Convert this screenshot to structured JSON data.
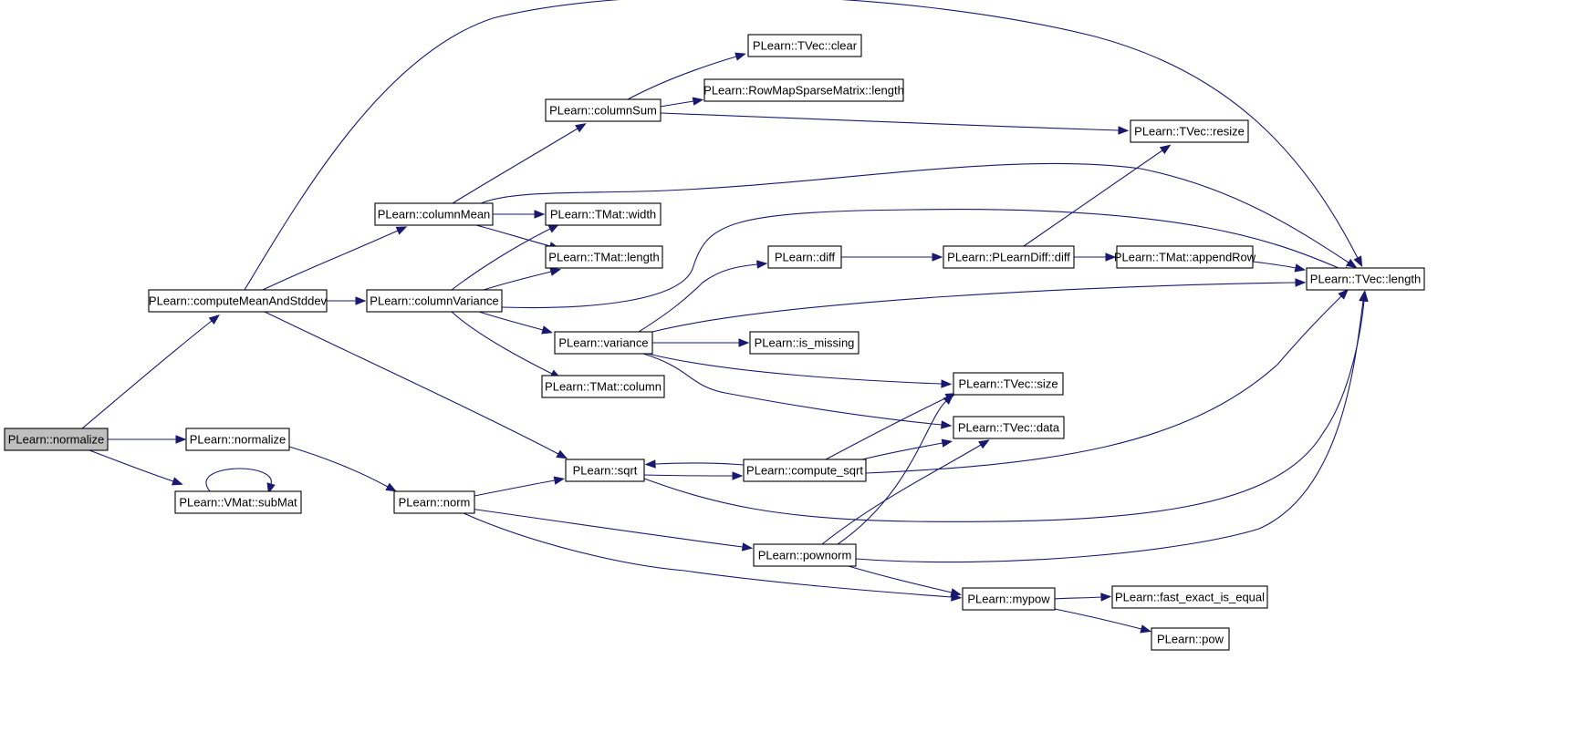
{
  "graph": {
    "nodes": {
      "root": {
        "label": "PLearn::normalize",
        "highlighted": true
      },
      "cmas": {
        "label": "PLearn::computeMeanAndStddev"
      },
      "norm2": {
        "label": "PLearn::normalize"
      },
      "submat": {
        "label": "PLearn::VMat::subMat"
      },
      "colmean": {
        "label": "PLearn::columnMean"
      },
      "colvar": {
        "label": "PLearn::columnVariance"
      },
      "sqrt": {
        "label": "PLearn::sqrt"
      },
      "norm": {
        "label": "PLearn::norm"
      },
      "colsum": {
        "label": "PLearn::columnSum"
      },
      "tmatwidth": {
        "label": "PLearn::TMat::width"
      },
      "tmatlength": {
        "label": "PLearn::TMat::length"
      },
      "variance": {
        "label": "PLearn::variance"
      },
      "tmatcolumn": {
        "label": "PLearn::TMat::column"
      },
      "computesqrt": {
        "label": "PLearn::compute_sqrt"
      },
      "pownorm": {
        "label": "PLearn::pownorm"
      },
      "tvecclear": {
        "label": "PLearn::TVec::clear"
      },
      "rmsmlength": {
        "label": "PLearn::RowMapSparseMatrix::length"
      },
      "diff": {
        "label": "PLearn::diff"
      },
      "ismissing": {
        "label": "PLearn::is_missing"
      },
      "mypow": {
        "label": "PLearn::mypow"
      },
      "tvecresize": {
        "label": "PLearn::TVec::resize"
      },
      "pldiff": {
        "label": "PLearn::PLearnDiff::diff"
      },
      "tvecsize": {
        "label": "PLearn::TVec::size"
      },
      "tvecdata": {
        "label": "PLearn::TVec::data"
      },
      "appendrow": {
        "label": "PLearn::TMat::appendRow"
      },
      "fastexact": {
        "label": "PLearn::fast_exact_is_equal"
      },
      "pow": {
        "label": "PLearn::pow"
      },
      "tveclength": {
        "label": "PLearn::TVec::length"
      }
    },
    "edges": [
      {
        "from": "root",
        "to": "cmas"
      },
      {
        "from": "root",
        "to": "norm2"
      },
      {
        "from": "root",
        "to": "submat"
      },
      {
        "from": "submat",
        "to": "submat"
      },
      {
        "from": "norm2",
        "to": "norm"
      },
      {
        "from": "cmas",
        "to": "tveclength"
      },
      {
        "from": "cmas",
        "to": "colmean"
      },
      {
        "from": "cmas",
        "to": "colvar"
      },
      {
        "from": "cmas",
        "to": "sqrt"
      },
      {
        "from": "colmean",
        "to": "colsum"
      },
      {
        "from": "colmean",
        "to": "tmatwidth"
      },
      {
        "from": "colmean",
        "to": "tmatlength"
      },
      {
        "from": "colmean",
        "to": "tveclength"
      },
      {
        "from": "colsum",
        "to": "tvecclear"
      },
      {
        "from": "colsum",
        "to": "rmsmlength"
      },
      {
        "from": "colsum",
        "to": "tvecresize"
      },
      {
        "from": "colvar",
        "to": "tmatwidth"
      },
      {
        "from": "colvar",
        "to": "tmatlength"
      },
      {
        "from": "colvar",
        "to": "tveclength"
      },
      {
        "from": "colvar",
        "to": "variance"
      },
      {
        "from": "colvar",
        "to": "tmatcolumn"
      },
      {
        "from": "variance",
        "to": "diff"
      },
      {
        "from": "variance",
        "to": "tveclength"
      },
      {
        "from": "variance",
        "to": "ismissing"
      },
      {
        "from": "variance",
        "to": "tvecsize"
      },
      {
        "from": "variance",
        "to": "tvecdata"
      },
      {
        "from": "diff",
        "to": "pldiff"
      },
      {
        "from": "pldiff",
        "to": "tvecresize"
      },
      {
        "from": "pldiff",
        "to": "appendrow"
      },
      {
        "from": "appendrow",
        "to": "tveclength"
      },
      {
        "from": "norm",
        "to": "sqrt"
      },
      {
        "from": "norm",
        "to": "pownorm"
      },
      {
        "from": "norm",
        "to": "mypow"
      },
      {
        "from": "sqrt",
        "to": "computesqrt"
      },
      {
        "from": "sqrt",
        "to": "tveclength"
      },
      {
        "from": "computesqrt",
        "to": "sqrt"
      },
      {
        "from": "computesqrt",
        "to": "tvecsize"
      },
      {
        "from": "computesqrt",
        "to": "tvecdata"
      },
      {
        "from": "computesqrt",
        "to": "tveclength"
      },
      {
        "from": "pownorm",
        "to": "tvecsize"
      },
      {
        "from": "pownorm",
        "to": "tvecdata"
      },
      {
        "from": "pownorm",
        "to": "tveclength"
      },
      {
        "from": "pownorm",
        "to": "mypow"
      },
      {
        "from": "mypow",
        "to": "fastexact"
      },
      {
        "from": "mypow",
        "to": "pow"
      }
    ],
    "colors": {
      "edge": "#191970",
      "node_border": "#000000",
      "node_fill": "#ffffff",
      "highlight_fill": "#bfbfbf"
    }
  }
}
